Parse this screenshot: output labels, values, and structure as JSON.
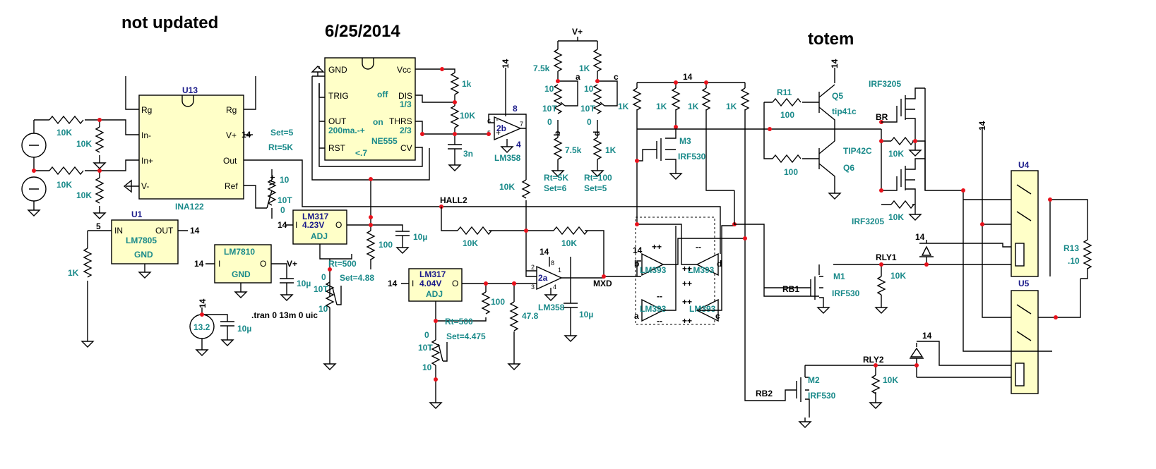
{
  "titles": {
    "not_updated": "not updated",
    "date": "6/25/2014",
    "totem": "totem"
  },
  "ina122": {
    "ref": "U13",
    "part": "INA122",
    "pins": {
      "rg1": "Rg",
      "in_minus": "In-",
      "in_plus": "In+",
      "v_minus": "V-",
      "rg2": "Rg",
      "v_plus": "V+",
      "out": "Out",
      "ref": "Ref"
    },
    "supply": "14",
    "r_top": "10K",
    "r_top_shunt": "10K",
    "r_bot": "10K",
    "r_bot_shunt": "10K"
  },
  "set_note": {
    "set": "Set=5",
    "rt": "Rt=5K"
  },
  "ref_pot": {
    "supply": "V+",
    "top": "10",
    "turns": "10T",
    "bottom": "0"
  },
  "lm7805": {
    "ref": "U1",
    "part": "LM7805",
    "in": "IN",
    "out": "OUT",
    "gnd": "GND",
    "in_net": "5",
    "out_net": "14",
    "r": "1K"
  },
  "lm7810": {
    "part": "LM7810",
    "pin_i": "I",
    "pin_o": "O",
    "gnd": "GND",
    "in_net": "14",
    "out_net": "V+",
    "cap": "10µ"
  },
  "battery": {
    "value": "13.2",
    "net": "14",
    "cap": "10µ"
  },
  "tran": ".tran 0 13m 0 uic",
  "lm317_a": {
    "part": "LM317",
    "voltage": "4.23V",
    "adj": "ADJ",
    "pin_i": "I",
    "pin_o": "O",
    "in_net": "14",
    "r": "100",
    "cap": "10µ",
    "rt": "Rt=500",
    "set": "Set=4.88",
    "pot_top": "0",
    "pot_turns": "10T",
    "pot_bot": "10"
  },
  "ne555": {
    "part": "NE555",
    "gnd": "GND",
    "vcc": "Vcc",
    "trig": "TRIG",
    "off": "off",
    "dis": "DIS",
    "dis_ratio": "1/3",
    "out": "OUT",
    "ma": "200ma.-+",
    "on": "on",
    "thrs": "THRS",
    "thrs_ratio": "2/3",
    "rst": "RST",
    "lt": "<.7",
    "cv": "CV",
    "r1": "1k",
    "r2": "10K",
    "cap": "3n"
  },
  "lm358b": {
    "name": "2b",
    "part": "LM358",
    "pin8": "8",
    "pin4": "4",
    "pin5": "5",
    "pin6": "6",
    "pin7": "7",
    "supply": "14",
    "r": "10K"
  },
  "hall2": "HALL2",
  "lm317_b": {
    "part": "LM317",
    "voltage": "4.04V",
    "adj": "ADJ",
    "pin_i": "I",
    "pin_o": "O",
    "in_net": "14",
    "r": "100",
    "r2": "47.8",
    "rt": "Rt=500",
    "set": "Set=4.475",
    "pot_top": "0",
    "pot_turns": "10T",
    "pot_bot": "10"
  },
  "lm358a": {
    "name": "2a",
    "part": "LM358",
    "pin1": "1",
    "pin2": "2",
    "pin3": "3",
    "pin4": "4",
    "pin8": "8",
    "supply": "14",
    "r1": "10K",
    "r2": "10K",
    "cap": "10µ",
    "net": "MXD"
  },
  "vplus_block": {
    "supply": "V+",
    "r_a_top": "7.5k",
    "r_c_top": "1K",
    "net_a": "a",
    "net_c": "c",
    "pot_a_top": "10",
    "pot_a_turns": "10T",
    "pot_a_bot": "0",
    "pot_c_top": "10",
    "pot_c_turns": "10T",
    "pot_c_bot": "0",
    "net_b": "b",
    "net_d": "d",
    "r_b": "7.5k",
    "r_d": "1K",
    "rt1": "Rt=5K",
    "set1": "Set=6",
    "rt2": "Rt=100",
    "set2": "Set=5"
  },
  "comparators": {
    "part": "LM393",
    "supply": "14",
    "pullups": [
      "1K",
      "1K",
      "1K",
      "1K"
    ],
    "net_b": "b",
    "net_d": "d",
    "net_a": "a",
    "net_c": "c",
    "pp": "++",
    "mm": "--"
  },
  "m3": {
    "ref": "M3",
    "part": "IRF530"
  },
  "totem": {
    "r11": "R11",
    "r11_val": "100",
    "q5": "Q5",
    "q5_part": "tip41c",
    "q6": "Q6",
    "q6_part": "TIP42C",
    "r_bot": "100",
    "supply": "14",
    "br": "BR"
  },
  "irf3205": {
    "top": "IRF3205",
    "bot": "IRF3205",
    "r_top": "10K",
    "r_bot": "10K"
  },
  "relays": {
    "u4": "U4",
    "u5": "U5",
    "r13": "R13",
    "r13_val": ".10",
    "supply": "14",
    "rly1": "RLY1",
    "rly2": "RLY2",
    "r1": "10K",
    "r2": "10K",
    "net_14_top": "14",
    "net_14_mid": "14"
  },
  "m1": {
    "ref": "M1",
    "part": "IRF530",
    "net": "RB1"
  },
  "m2": {
    "ref": "M2",
    "part": "IRF530",
    "net": "RB2"
  }
}
